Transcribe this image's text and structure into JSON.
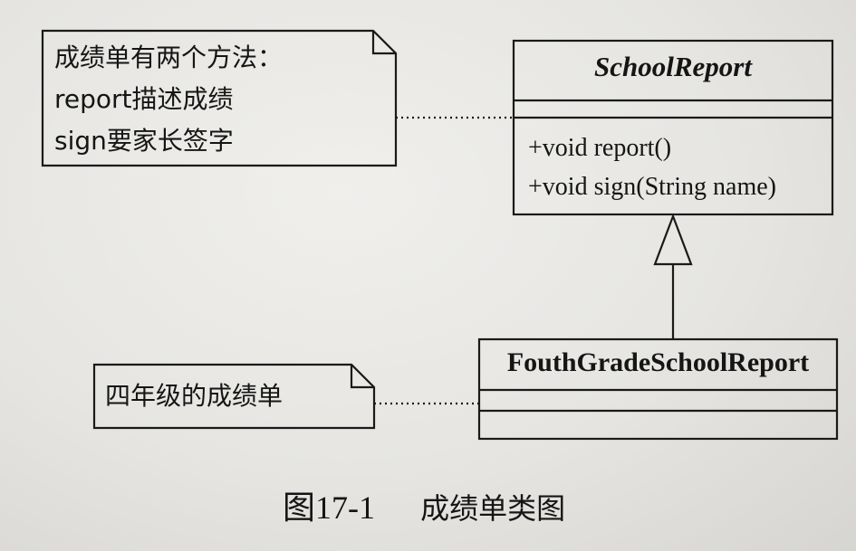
{
  "note_report": {
    "lines": [
      "成绩单有两个方法：",
      "report描述成绩",
      "sign要家长签字"
    ]
  },
  "note_fourth": {
    "text": "四年级的成绩单"
  },
  "class_school_report": {
    "name": "SchoolReport",
    "methods": [
      "+void report()",
      "+void sign(String name)"
    ]
  },
  "class_fourth_grade": {
    "name": "FouthGradeSchoolReport"
  },
  "caption": {
    "label": "图17-1",
    "title": "成绩单类图"
  }
}
